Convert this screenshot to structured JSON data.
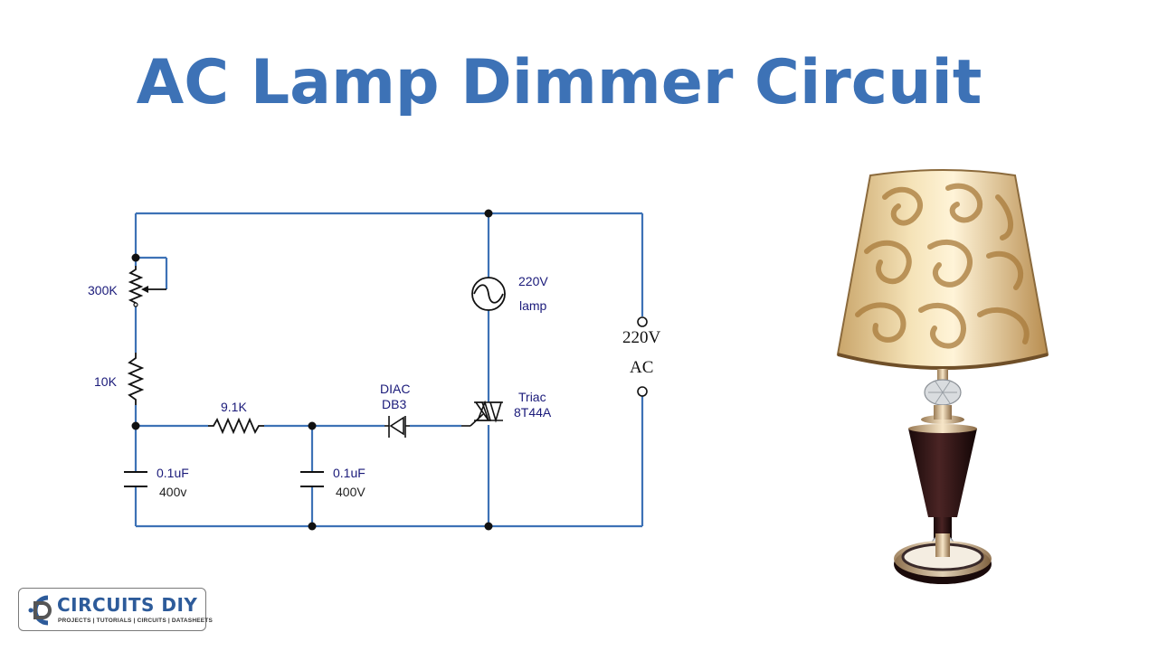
{
  "title": "AC Lamp Dimmer Circuit",
  "components": {
    "pot": "300K",
    "resistor_10k": "10K",
    "resistor_9k1": "9.1K",
    "cap1_value": "0.1uF",
    "cap1_voltage": "400v",
    "cap2_value": "0.1uF",
    "cap2_voltage": "400V",
    "diac_name": "DIAC",
    "diac_part": "DB3",
    "triac_name": "Triac",
    "triac_part": "8T44A",
    "lamp_voltage": "220V",
    "lamp_name": "lamp",
    "source_voltage": "220V",
    "source_type": "AC"
  },
  "logo": {
    "brand": "CIRCUITS DIY",
    "tagline": "PROJECTS | TUTORIALS | CIRCUITS | DATASHEETS"
  },
  "colors": {
    "title": "#3d72b6",
    "wire": "#3d72b6",
    "label": "#1a1a7a"
  },
  "icons": [
    "circuits-diy-logo-icon",
    "table-lamp-photo"
  ]
}
